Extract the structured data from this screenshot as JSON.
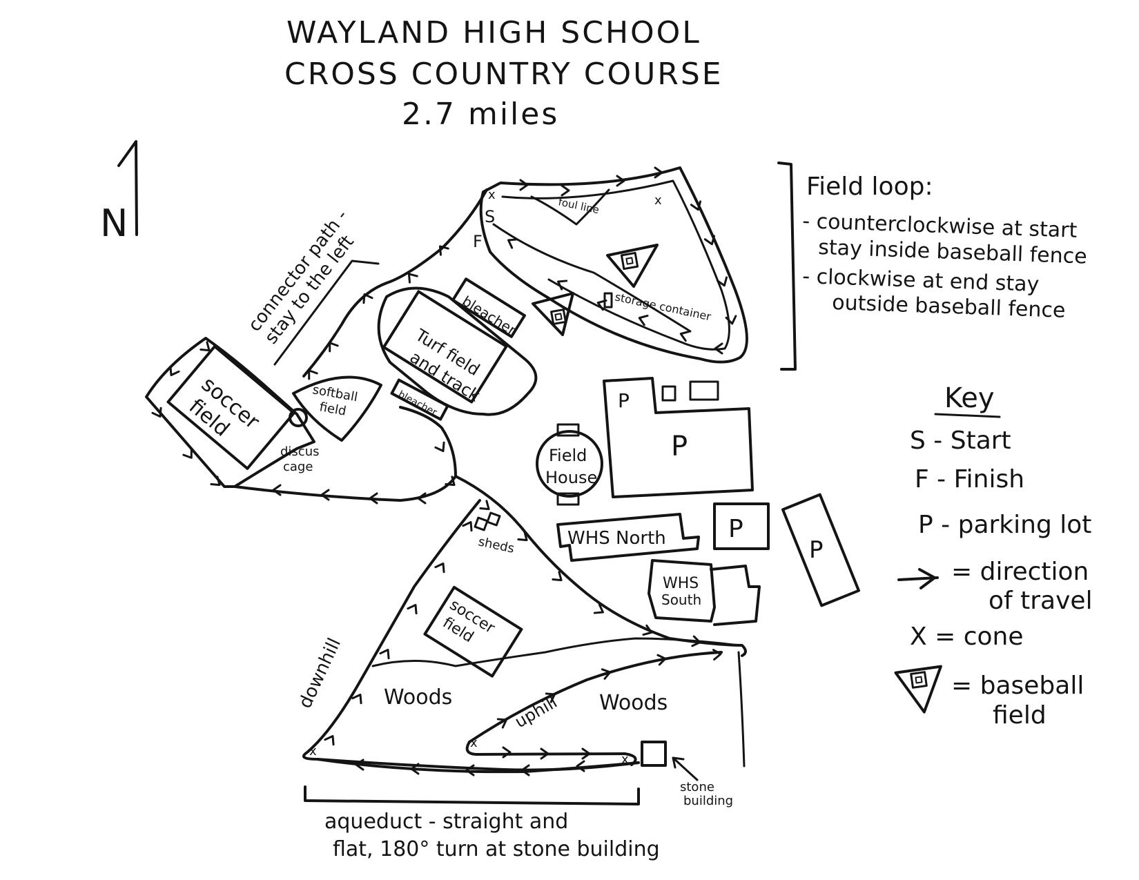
{
  "map": {
    "title_line1": "WAYLAND HIGH SCHOOL",
    "title_line2": "CROSS COUNTRY COURSE",
    "distance": "2.7 miles",
    "north": "N",
    "field_loop": {
      "heading": "Field loop:",
      "line1": "- counterclockwise at start",
      "line2": "stay inside baseball fence",
      "line3": "- clockwise at end stay",
      "line4": "outside baseball fence"
    },
    "key": {
      "heading": "Key",
      "start": "S - Start",
      "finish": "F - Finish",
      "parking": "P - parking lot",
      "direction_line1": "= direction",
      "direction_line2": "of travel",
      "cone": "X = cone",
      "baseball_line1": "= baseball",
      "baseball_line2": "field"
    },
    "labels": {
      "connector_line1": "connector path -",
      "connector_line2": "stay to the left",
      "foul_line": "foul line",
      "bleacher": "bleacher",
      "storage": "storage container",
      "turf_line1": "Turf field",
      "turf_line2": "and track",
      "softball_line1": "softball",
      "softball_line2": "field",
      "soccer1_line1": "soccer",
      "soccer1_line2": "field",
      "discus_line1": "discus",
      "discus_line2": "cage",
      "field_house_line1": "Field",
      "field_house_line2": "House",
      "parking": "P",
      "whs_north": "WHS North",
      "whs_south_line1": "WHS",
      "whs_south_line2": "South",
      "sheds": "sheds",
      "soccer2_line1": "soccer",
      "soccer2_line2": "field",
      "downhill": "downhill",
      "woods": "Woods",
      "uphill": "uphill",
      "start_marker": "S",
      "finish_marker": "F",
      "cone_marker": "x",
      "stone_building_line1": "stone",
      "stone_building_line2": "building",
      "aqueduct_line1": "aqueduct - straight and",
      "aqueduct_line2": "flat, 180° turn at stone building"
    }
  }
}
